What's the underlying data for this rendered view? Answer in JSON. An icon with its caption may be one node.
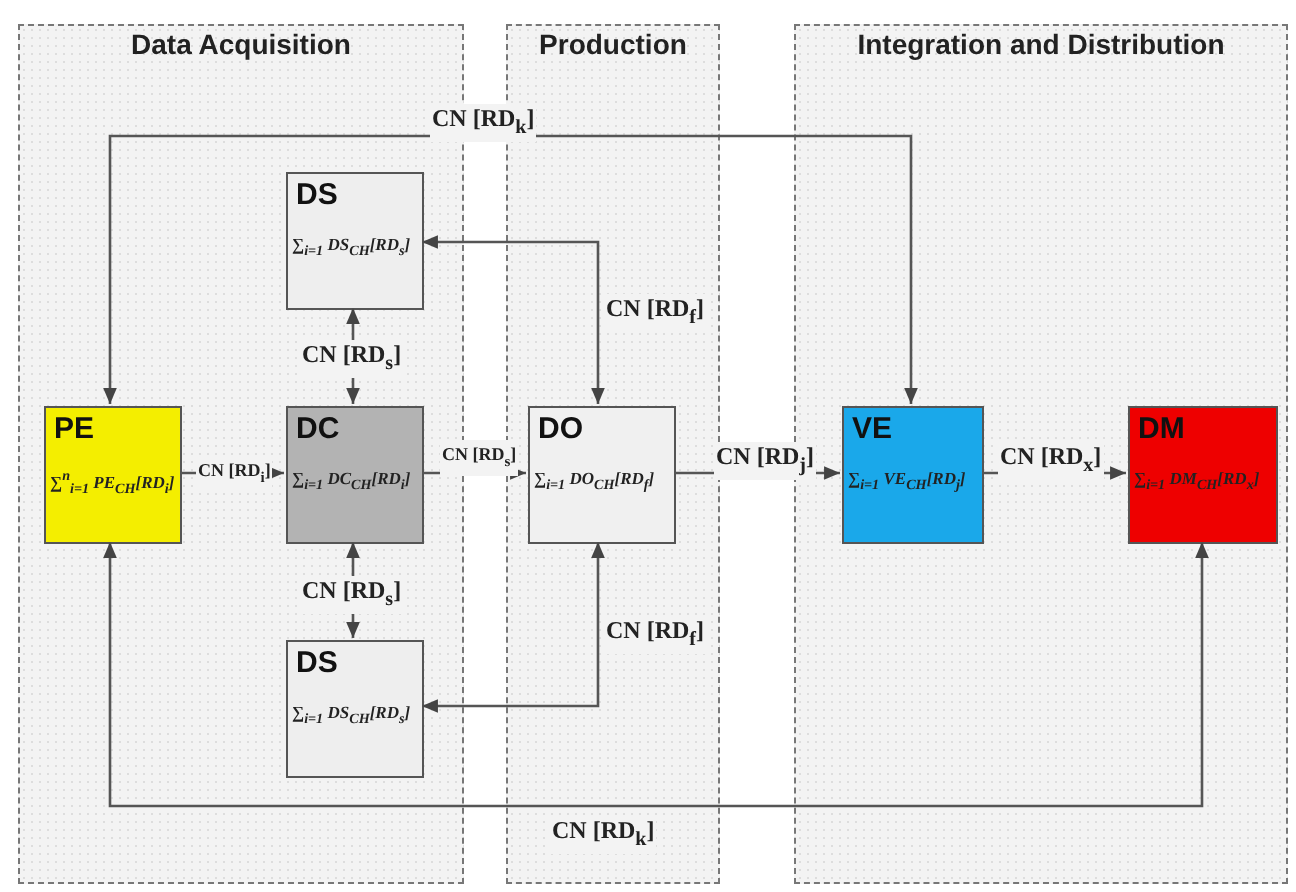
{
  "diagram": {
    "nodes": [
      {
        "text": [
          "Data Acquisition"
        ]
      },
      {
        "text": [
          "PE",
          "∑$^{n}$$_{i=1}$ PE$_{CH}$[RD$_{i}$]"
        ],
        "in": 0
      },
      {
        "text": [
          "DS",
          "∑$_{i=1}$ DS$_{CH}$[RD$_{s}$]"
        ],
        "in": 0
      },
      {
        "text": [
          "DC",
          "∑$_{i=1}$ DC$_{CH}$[RD$_{i}$]"
        ],
        "in": 0
      },
      {
        "text": [
          "DS",
          "∑$_{i=1}$ DS$_{CH}$[RD$_{s}$]"
        ],
        "in": 0
      },
      {
        "text": [
          "Production"
        ]
      },
      {
        "text": [
          "DO",
          "∑$_{i=1}$ DO$_{CH}$[RD$_{f}$]"
        ],
        "in": 5
      },
      {
        "text": [
          "Integration and Distribution"
        ]
      },
      {
        "text": [
          "VE",
          "∑$_{i=1}$ VE$_{CH}$[RD$_{j}$]"
        ],
        "in": 7
      },
      {
        "text": [
          "DM",
          "∑$_{i=1}$ DM$_{CH}$[RD$_{x}$]"
        ],
        "in": 7
      }
    ],
    "edges": [
      {
        "from": 1,
        "to": 3,
        "arrow": "to",
        "label": "CN [RD$_{i}$]"
      },
      {
        "from": 3,
        "to": 6,
        "arrow": "to",
        "label": "CN [RD$_{s}$]"
      },
      {
        "from": 6,
        "to": 8,
        "arrow": "to",
        "label": "CN [RD$_{j}$]"
      },
      {
        "from": 8,
        "to": 9,
        "arrow": "to",
        "label": "CN [RD$_{x}$]"
      },
      {
        "from": 3,
        "to": 2,
        "arrow": "both",
        "label": "CN [RD$_{s}$]"
      },
      {
        "from": 3,
        "to": 4,
        "arrow": "both",
        "label": "CN [RD$_{s}$]"
      },
      {
        "from": 6,
        "to": 2,
        "arrow": "both",
        "label": "CN [RD$_{f}$]"
      },
      {
        "from": 6,
        "to": 4,
        "arrow": "both",
        "label": "CN [RD$_{f}$]"
      },
      {
        "from": 1,
        "to": 8,
        "arrow": "both",
        "label": "CN [RD$_{k}$]"
      },
      {
        "from": 1,
        "to": 9,
        "arrow": "both",
        "label": "CN [RD$_{k}$]"
      }
    ]
  }
}
